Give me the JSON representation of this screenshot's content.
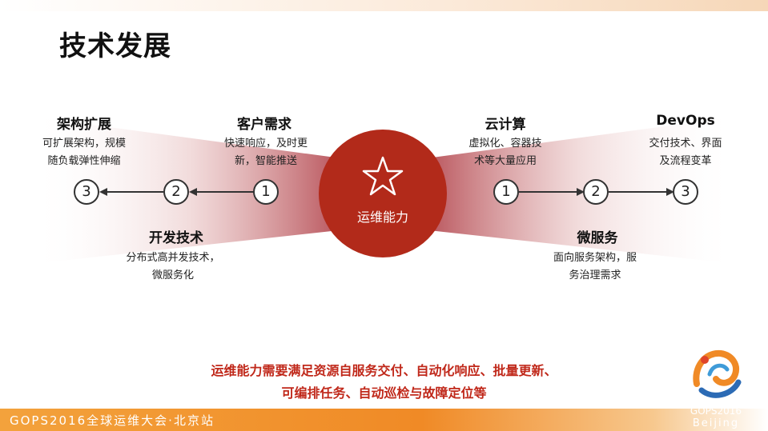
{
  "slide": {
    "title": "技术发展",
    "center": {
      "label": "运维能力",
      "icon": "star-icon"
    },
    "left": {
      "top_left": {
        "title": "架构扩展",
        "desc_line1": "可扩展架构，规模",
        "desc_line2": "随负载弹性伸缩"
      },
      "top_mid": {
        "title": "客户需求",
        "desc_line1": "快速响应，及时更",
        "desc_line2": "新，智能推送"
      },
      "bottom": {
        "title": "开发技术",
        "desc_line1": "分布式高并发技术，",
        "desc_line2": "微服务化"
      },
      "steps": [
        "3",
        "2",
        "1"
      ]
    },
    "right": {
      "top_mid": {
        "title": "云计算",
        "desc_line1": "虚拟化、容器技",
        "desc_line2": "术等大量应用"
      },
      "top_right": {
        "title": "DevOps",
        "desc_line1": "交付技术、界面",
        "desc_line2": "及流程变革"
      },
      "bottom": {
        "title": "微服务",
        "desc_line1": "面向服务架构，服",
        "desc_line2": "务治理需求"
      },
      "steps": [
        "1",
        "2",
        "3"
      ]
    },
    "summary_line1": "运维能力需要满足资源自服务交付、自动化响应、批量更新、",
    "summary_line2": "可编排任务、自动巡检与故障定位等",
    "footer_text": "GOPS2016全球运维大会·北京站",
    "logo": {
      "line1": "GOPS2016",
      "line2": "Beijing"
    },
    "colors": {
      "accent": "#b22a1a",
      "summary": "#c0281a",
      "footer": "#f08a26"
    }
  }
}
